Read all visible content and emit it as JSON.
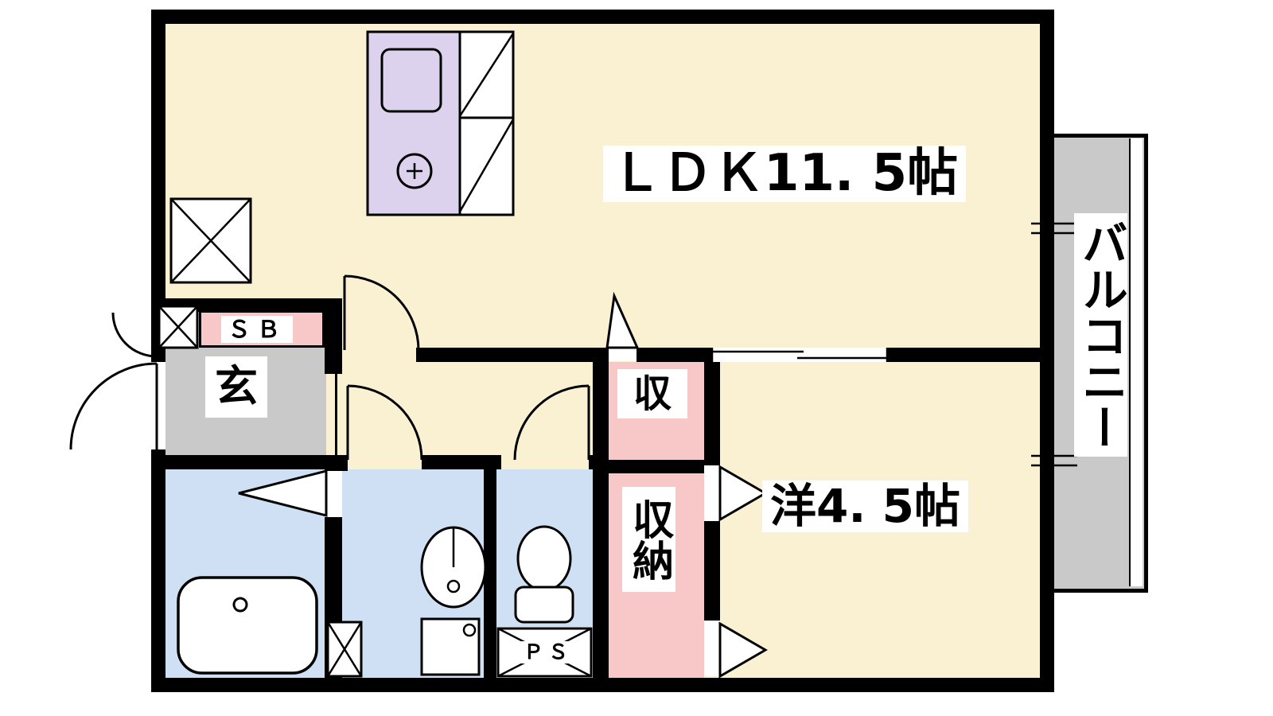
{
  "title": "1LDK apartment floor plan",
  "colors": {
    "wall": "#000000",
    "floor": "#FAF0D2",
    "closet_pink": "#F8C8C8",
    "wet_area_blue": "#CFE0F4",
    "concrete_gray": "#C9C9C9",
    "kitchen_purple": "#DCD2EE",
    "background": "#FFFFFF"
  },
  "rooms": {
    "ldk": {
      "label": "ＬＤＫ11. 5帖"
    },
    "western_room": {
      "label": "洋4. 5帖"
    },
    "balcony": {
      "label": "バルコニー"
    },
    "entrance": {
      "label": "玄"
    },
    "shoe_box": {
      "label": "ＳＢ"
    },
    "closet_upper": {
      "label": "収"
    },
    "closet_lower": {
      "label": "収納"
    },
    "pipe_space": {
      "label": "ＰＳ"
    }
  }
}
